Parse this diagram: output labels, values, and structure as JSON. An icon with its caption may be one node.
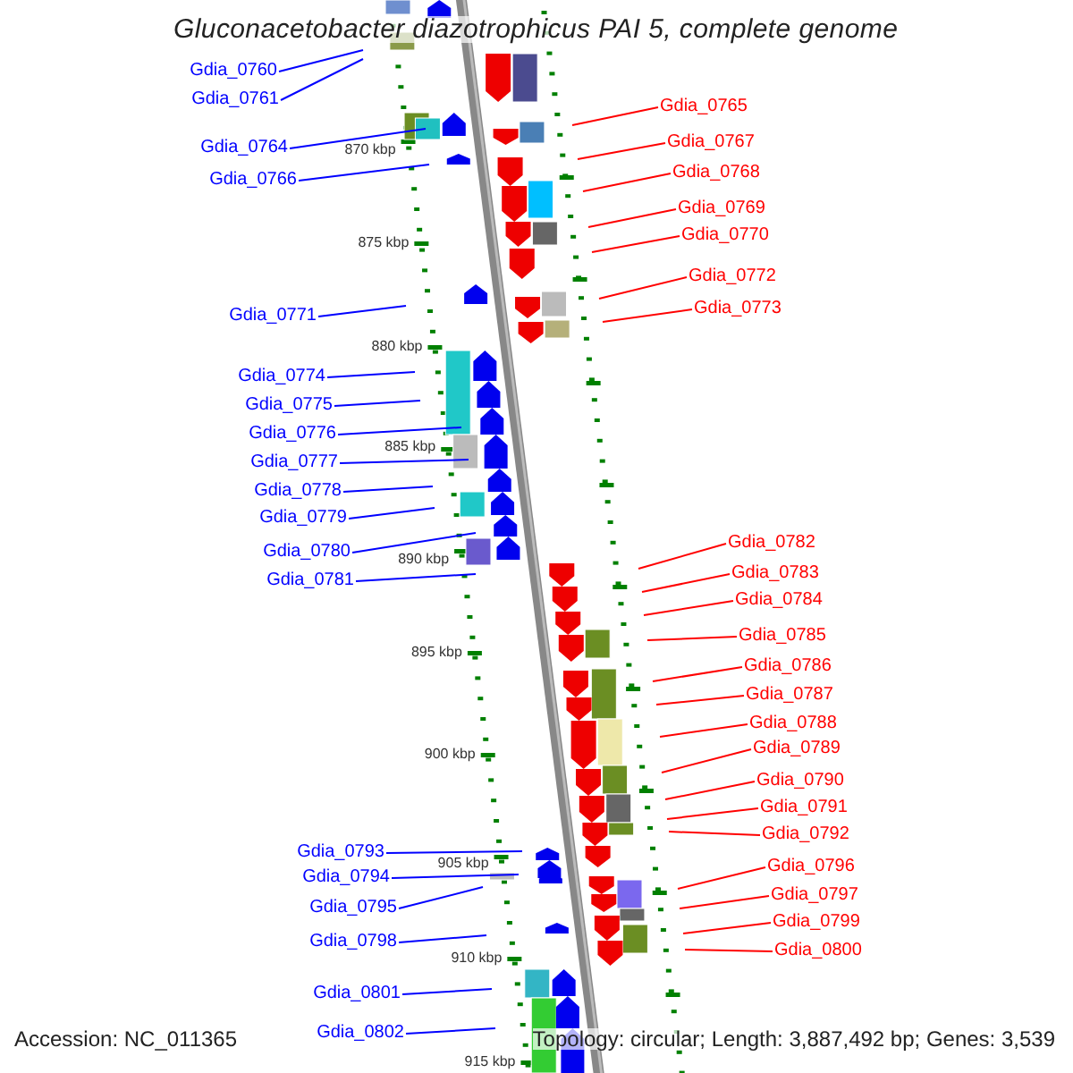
{
  "diagram": {
    "title": "Gluconacetobacter diazotrophicus PAI 5, complete genome",
    "nodes": [
      {
        "text": [
          "Gdia_0760"
        ]
      },
      {
        "text": [
          "Gdia_0761"
        ]
      },
      {
        "text": [
          "Gdia_0765"
        ]
      },
      {
        "text": [
          "Gdia_0767"
        ]
      },
      {
        "text": [
          "Gdia_0764"
        ]
      },
      {
        "text": [
          "Gdia_0768"
        ]
      },
      {
        "text": [
          "Gdia_0766"
        ]
      },
      {
        "text": [
          "Gdia_0769"
        ]
      },
      {
        "text": [
          "Gdia_0770"
        ]
      },
      {
        "text": [
          "Gdia_0772"
        ]
      },
      {
        "text": [
          "Gdia_0773"
        ]
      },
      {
        "text": [
          "Gdia_0771"
        ]
      },
      {
        "text": [
          "Gdia_0774"
        ]
      },
      {
        "text": [
          "Gdia_0775"
        ]
      },
      {
        "text": [
          "Gdia_0776"
        ]
      },
      {
        "text": [
          "Gdia_0777"
        ]
      },
      {
        "text": [
          "Gdia_0778"
        ]
      },
      {
        "text": [
          "Gdia_0779"
        ]
      },
      {
        "text": [
          "Gdia_0782"
        ]
      },
      {
        "text": [
          "Gdia_0780"
        ]
      },
      {
        "text": [
          "Gdia_0783"
        ]
      },
      {
        "text": [
          "Gdia_0781"
        ]
      },
      {
        "text": [
          "Gdia_0784"
        ]
      },
      {
        "text": [
          "Gdia_0785"
        ]
      },
      {
        "text": [
          "Gdia_0786"
        ]
      },
      {
        "text": [
          "Gdia_0787"
        ]
      },
      {
        "text": [
          "Gdia_0788"
        ]
      },
      {
        "text": [
          "Gdia_0789"
        ]
      },
      {
        "text": [
          "Gdia_0790"
        ]
      },
      {
        "text": [
          "Gdia_0791"
        ]
      },
      {
        "text": [
          "Gdia_0792"
        ]
      },
      {
        "text": [
          "Gdia_0793"
        ]
      },
      {
        "text": [
          "Gdia_0796"
        ]
      },
      {
        "text": [
          "Gdia_0794"
        ]
      },
      {
        "text": [
          "Gdia_0797"
        ]
      },
      {
        "text": [
          "Gdia_0795"
        ]
      },
      {
        "text": [
          "Gdia_0799"
        ]
      },
      {
        "text": [
          "Gdia_0798"
        ]
      },
      {
        "text": [
          "Gdia_0800"
        ]
      },
      {
        "text": [
          "Gdia_0801"
        ]
      },
      {
        "text": [
          "Gdia_0802"
        ]
      }
    ],
    "edges": [
      {
        "from": 0,
        "to": null,
        "arrow": "none",
        "color": "#0000ff"
      },
      {
        "from": 1,
        "to": null,
        "arrow": "none",
        "color": "#0000ff"
      },
      {
        "from": 2,
        "to": null,
        "arrow": "none"
      },
      {
        "from": 3,
        "to": null,
        "arrow": "none"
      },
      {
        "from": 4,
        "to": null,
        "arrow": "none",
        "color": "#0000ff"
      },
      {
        "from": 5,
        "to": null,
        "arrow": "none"
      },
      {
        "from": 6,
        "to": null,
        "arrow": "none",
        "color": "#0000ff"
      },
      {
        "from": 7,
        "to": null,
        "arrow": "none"
      },
      {
        "from": 8,
        "to": null,
        "arrow": "none"
      },
      {
        "from": 9,
        "to": null,
        "arrow": "none"
      },
      {
        "from": 10,
        "to": null,
        "arrow": "none"
      },
      {
        "from": 11,
        "to": null,
        "arrow": "none",
        "color": "#0000ff"
      },
      {
        "from": 12,
        "to": null,
        "arrow": "none",
        "color": "#0000ff"
      },
      {
        "from": 13,
        "to": null,
        "arrow": "none",
        "color": "#0000ff"
      },
      {
        "from": 14,
        "to": null,
        "arrow": "none",
        "color": "#0000ff"
      },
      {
        "from": 15,
        "to": null,
        "arrow": "none",
        "color": "#0000ff"
      },
      {
        "from": 16,
        "to": null,
        "arrow": "none",
        "color": "#0000ff"
      },
      {
        "from": 17,
        "to": null,
        "arrow": "none",
        "color": "#0000ff"
      },
      {
        "from": 18,
        "to": null,
        "arrow": "none"
      },
      {
        "from": 19,
        "to": null,
        "arrow": "none",
        "color": "#0000ff"
      },
      {
        "from": 20,
        "to": null,
        "arrow": "none"
      },
      {
        "from": 21,
        "to": null,
        "arrow": "none",
        "color": "#0000ff"
      },
      {
        "from": 22,
        "to": null,
        "arrow": "none"
      },
      {
        "from": 23,
        "to": null,
        "arrow": "none"
      },
      {
        "from": 24,
        "to": null,
        "arrow": "none"
      },
      {
        "from": 25,
        "to": null,
        "arrow": "none"
      },
      {
        "from": 26,
        "to": null,
        "arrow": "none"
      },
      {
        "from": 27,
        "to": null,
        "arrow": "none"
      },
      {
        "from": 28,
        "to": null,
        "arrow": "none"
      },
      {
        "from": 29,
        "to": null,
        "arrow": "none"
      },
      {
        "from": 30,
        "to": null,
        "arrow": "none"
      },
      {
        "from": 31,
        "to": null,
        "arrow": "none",
        "color": "#0000ff"
      },
      {
        "from": 32,
        "to": null,
        "arrow": "none"
      },
      {
        "from": 33,
        "to": null,
        "arrow": "none",
        "color": "#0000ff"
      },
      {
        "from": 34,
        "to": null,
        "arrow": "none"
      },
      {
        "from": 35,
        "to": null,
        "arrow": "none",
        "color": "#0000ff"
      },
      {
        "from": 36,
        "to": null,
        "arrow": "none"
      },
      {
        "from": 37,
        "to": null,
        "arrow": "none",
        "color": "#0000ff"
      },
      {
        "from": 38,
        "to": null,
        "arrow": "none"
      },
      {
        "from": 39,
        "to": null,
        "arrow": "none",
        "color": "#0000ff"
      },
      {
        "from": 40,
        "to": null,
        "arrow": "none",
        "color": "#0000ff"
      }
    ],
    "labels": [
      "870 kbp",
      "875 kbp",
      "880 kbp",
      "885 kbp",
      "890 kbp",
      "895 kbp",
      "900 kbp",
      "905 kbp",
      "910 kbp",
      "915 kbp",
      "Accession: NC_011365",
      "Topology: circular; Length: 3,887,492 bp; Genes: 3,539"
    ]
  }
}
